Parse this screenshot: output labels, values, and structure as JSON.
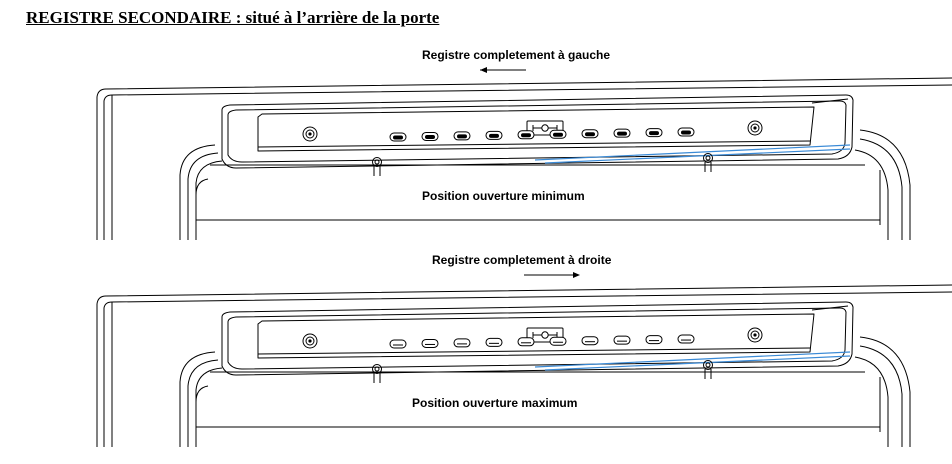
{
  "document": {
    "title": "REGISTRE SECONDAIRE : situé à l’arrière de la porte"
  },
  "panels": [
    {
      "direction_label": "Registre completement à gauche",
      "arrow_direction": "left",
      "position_label": "Position ouverture minimum",
      "slot_style": "open"
    },
    {
      "direction_label": "Registre completement à droite",
      "arrow_direction": "right",
      "position_label": "Position ouverture maximum",
      "slot_style": "closed"
    }
  ],
  "colors": {
    "line": "#000000",
    "accent": "#3a8ad6"
  }
}
